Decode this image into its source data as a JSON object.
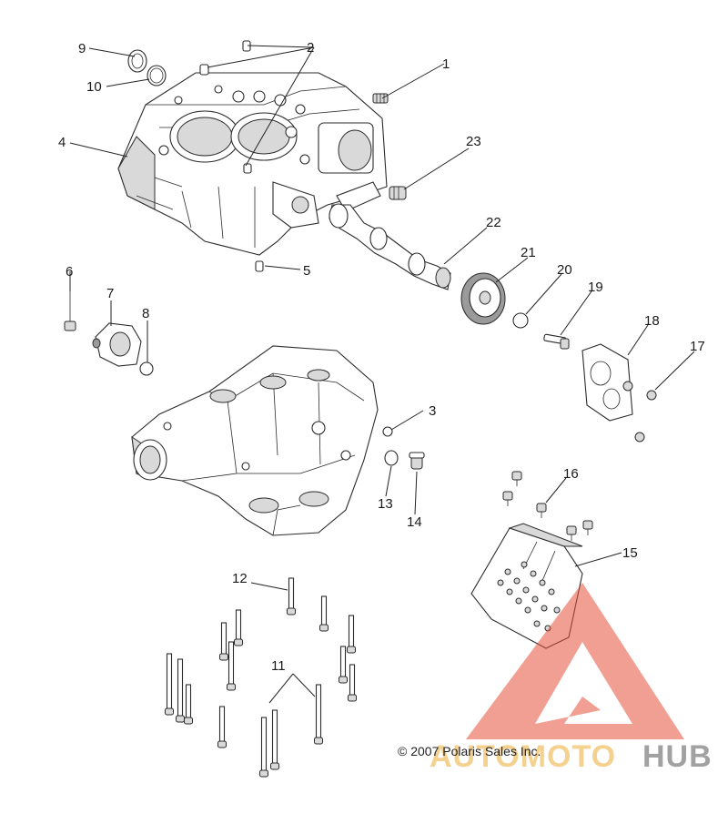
{
  "diagram": {
    "callouts": [
      "1",
      "2",
      "3",
      "4",
      "5",
      "6",
      "7",
      "8",
      "9",
      "10",
      "11",
      "12",
      "13",
      "14",
      "15",
      "16",
      "17",
      "18",
      "19",
      "20",
      "21",
      "22",
      "23"
    ],
    "copyright": "© 2007 Polaris Sales Inc."
  },
  "watermark": {
    "brand_part1": "AUTOMOTO",
    "brand_part2": "HUB",
    "colors": {
      "triangle": "#e8503a",
      "text_gold": "#f2c26b",
      "text_gray": "#8a8a8a"
    }
  }
}
